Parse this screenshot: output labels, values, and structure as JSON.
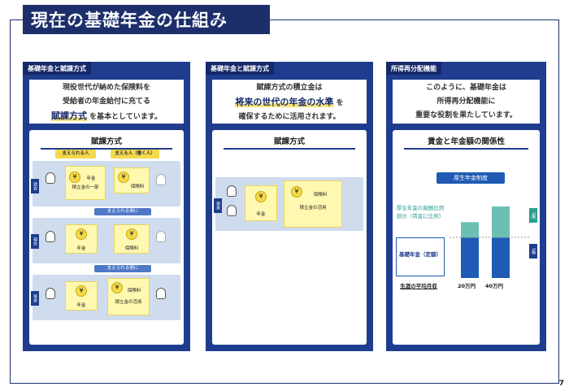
{
  "title": "現在の基礎年金の仕組み",
  "page_number": "7",
  "panels": [
    {
      "tag": "基礎年金と賦課方式",
      "desc_lines": [
        "現役世代が納めた保険料を",
        "受給者の年金給付に充てる"
      ],
      "desc_big": "賦課方式",
      "desc_tail": "を基本としています。",
      "card_title": "賦課方式",
      "pill_receive": "支えられる人",
      "pill_support": "支える人（働く人）",
      "side_past": "過去",
      "side_now": "現在",
      "side_future": "将来",
      "pension": "年金",
      "insurance": "保険料",
      "reserve_part": "積立金の一部",
      "reserve_use": "積立金の活用",
      "arrow_label": "支えられる側に"
    },
    {
      "tag": "基礎年金と賦課方式",
      "desc_line1": "賦課方式の積立金は",
      "desc_big": "将来の世代の年金の水準",
      "desc_tail": "を",
      "desc_line3": "確保するために活用されます。",
      "card_title": "賦課方式",
      "side_future": "将来",
      "pension": "年金",
      "insurance": "保険料",
      "reserve_use": "積立金の活用"
    },
    {
      "tag": "所得再分配機能",
      "desc_lines": [
        "このように、基礎年金は",
        "所得再分配機能に",
        "重要な役割を果たしています。"
      ],
      "card_title": "賃金と年金額の関係性",
      "chart_header": "厚生年金制度",
      "label_upper": "厚生年金の報酬比例部分（賃金に比例）",
      "label_lower": "基礎年金（定額）",
      "floor2": "2階",
      "floor1": "1階",
      "xlabel": "生涯の平均月収"
    }
  ],
  "chart_data": {
    "type": "bar",
    "categories": [
      "20万円",
      "40万円"
    ],
    "series": [
      {
        "name": "基礎年金（定額）",
        "values": [
          1,
          1
        ]
      },
      {
        "name": "厚生年金の報酬比例部分（賃金に比例）",
        "values": [
          0.35,
          0.7
        ]
      }
    ],
    "xlabel": "生涯の平均月収",
    "stacked": true
  }
}
